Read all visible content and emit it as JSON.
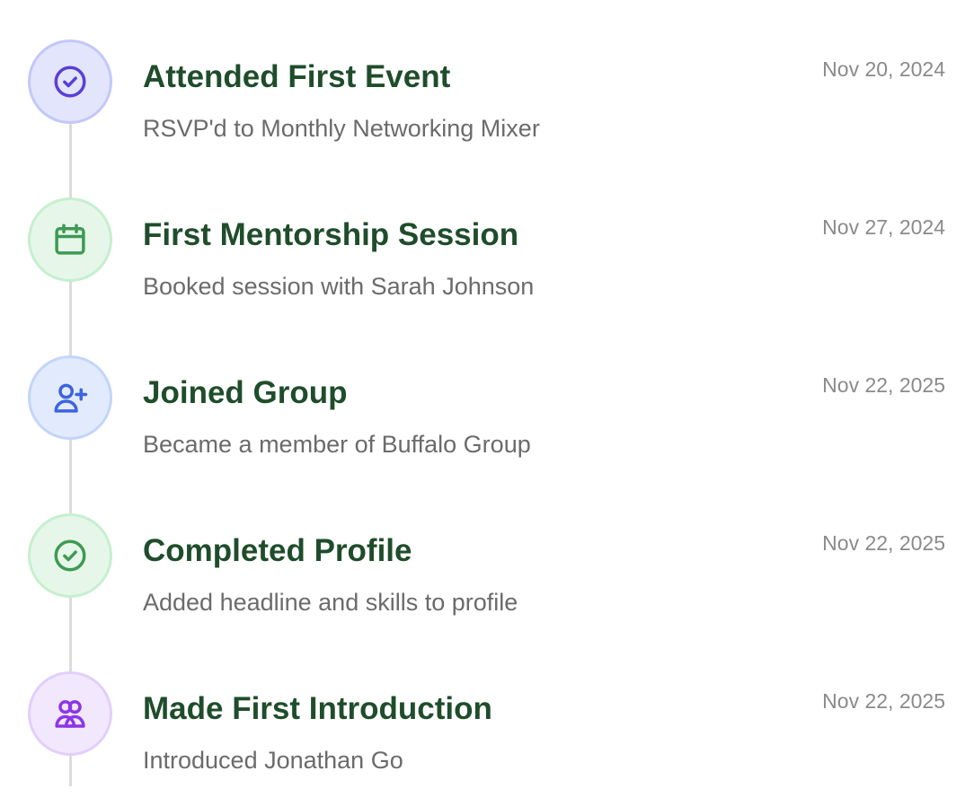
{
  "timeline": {
    "items": [
      {
        "icon": "check-circle-icon",
        "title": "Attended First Event",
        "description": "RSVP'd to Monthly Networking Mixer",
        "date": "Nov 20, 2024",
        "colors": {
          "bg": "#e3e5fc",
          "border": "#c3c8fa",
          "icon": "#5a3fd6"
        }
      },
      {
        "icon": "calendar-icon",
        "title": "First Mentorship Session",
        "description": "Booked session with Sarah Johnson",
        "date": "Nov 27, 2024",
        "colors": {
          "bg": "#e6f7e9",
          "border": "#c6efcf",
          "icon": "#3e9a55"
        }
      },
      {
        "icon": "user-plus-icon",
        "title": "Joined Group",
        "description": "Became a member of Buffalo Group",
        "date": "Nov 22, 2025",
        "colors": {
          "bg": "#e2ebfd",
          "border": "#c3d5fa",
          "icon": "#3c63e0"
        }
      },
      {
        "icon": "check-circle-icon",
        "title": "Completed Profile",
        "description": "Added headline and skills to profile",
        "date": "Nov 22, 2025",
        "colors": {
          "bg": "#e6f7e9",
          "border": "#c6efcf",
          "icon": "#3e9a55"
        }
      },
      {
        "icon": "users-icon",
        "title": "Made First Introduction",
        "description": "Introduced Jonathan Go",
        "date": "Nov 22, 2025",
        "colors": {
          "bg": "#f2e8fe",
          "border": "#e2cffc",
          "icon": "#8b36e6"
        }
      }
    ]
  }
}
